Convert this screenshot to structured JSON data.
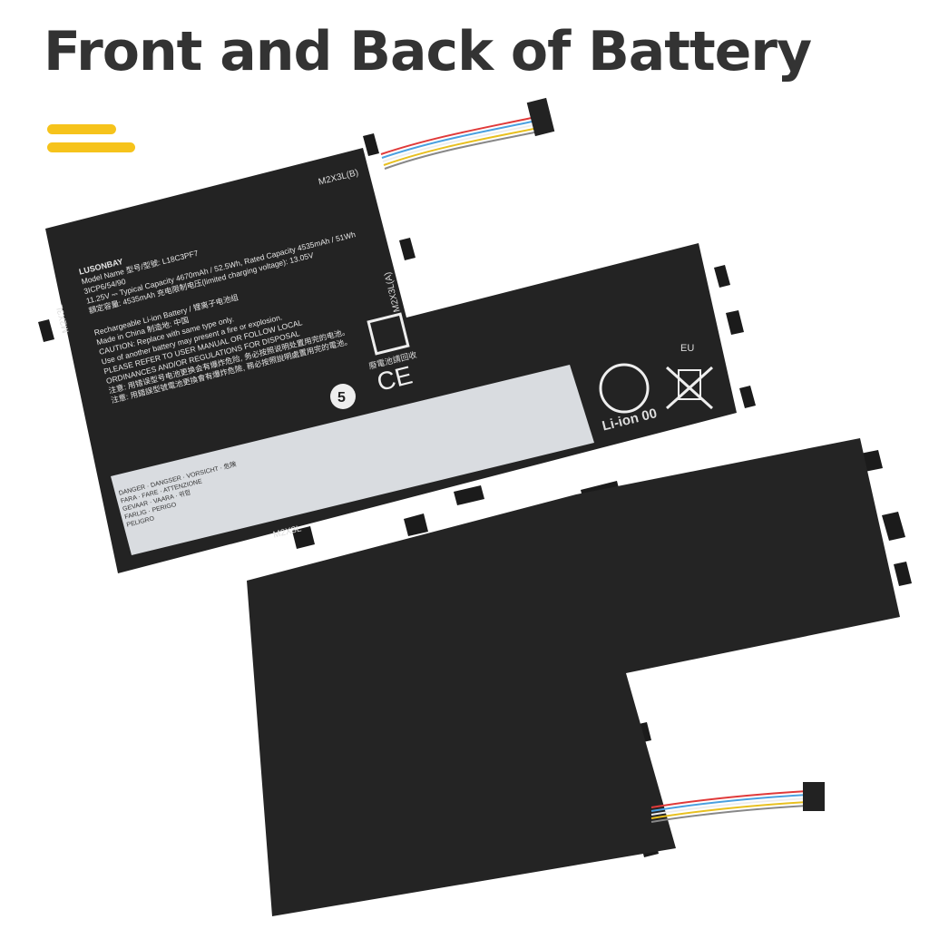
{
  "heading": "Front and Back of Battery",
  "accent_color": "#f6c31b",
  "label": {
    "brand": "LUSONBAY",
    "lines": [
      "Model Name 型号/型號: L18C3PF7",
      "3ICP6/54/90",
      "11.25V ⎓ Typical Capacity 4670mAh / 52.5Wh, Rated Capacity 4535mAh / 51Wh",
      "額定容量: 4535mAh   充电限制电压(limited charging voltage): 13.05V"
    ],
    "warnings": [
      "Rechargeable Li-ion Battery / 锂离子电池组",
      "Made in China   制造地: 中国",
      "CAUTION: Replace with same type only.",
      "Use of another battery may present a fire or explosion.",
      "PLEASE REFER TO USER MANUAL OR FOLLOW LOCAL",
      "ORDINANCES AND/OR REGULATIONS FOR DISPOSAL",
      "注意: 用错误型号电池更换会有爆炸危险, 务必按照说明处置用完的电池。",
      "注意: 用錯誤型號電池更換會有爆炸危險, 務必按照說明處置用完的電池。"
    ],
    "markings": [
      "M2X3L(B)",
      "M2X3L(A)",
      "M2X3L",
      "M2X3L"
    ],
    "recycle_text": "廢電池請回收",
    "ce": "CE",
    "eu": "EU",
    "li_ion": "Li-ion 00",
    "warning_strip": [
      "DANGER",
      "FARA",
      "GEVAAR",
      "FARLIG",
      "PELIGRO",
      "DANGSER",
      "FARE",
      "VAARA",
      "PERIGO",
      "VORSICHT",
      "ATTENZIONE",
      "危険",
      "위험"
    ]
  }
}
